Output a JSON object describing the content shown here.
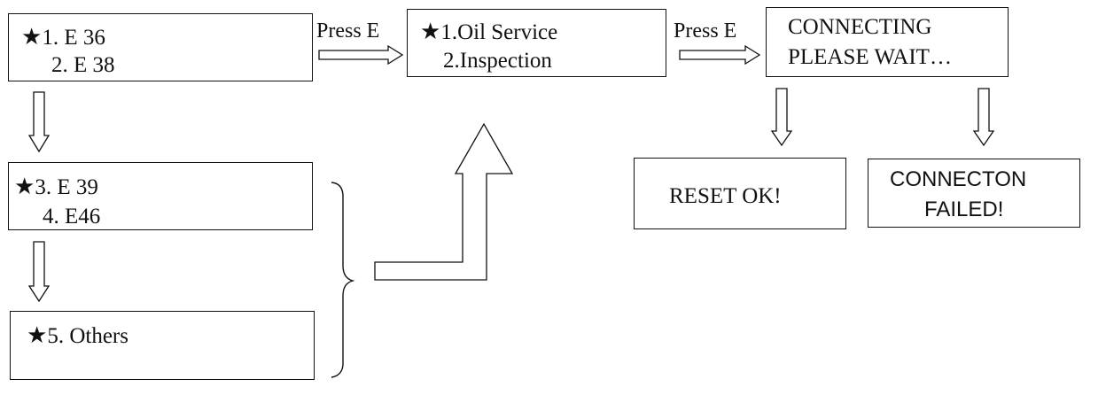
{
  "menu_models": {
    "item1": {
      "marker": "★",
      "text": "1. E 36"
    },
    "item2": {
      "text": "2. E 38"
    }
  },
  "menu_models_2": {
    "item1": {
      "marker": "★",
      "text": "3. E 39"
    },
    "item2": {
      "text": "4. E46"
    }
  },
  "menu_models_3": {
    "item1": {
      "marker": "★",
      "text": "5. Others"
    }
  },
  "arrow_label_1": "Press E",
  "arrow_label_2": "Press E",
  "menu_service": {
    "item1": {
      "marker": "★",
      "text": "1.Oil Service"
    },
    "item2": {
      "text": "2.Inspection"
    }
  },
  "status_connecting": {
    "line1": "CONNECTING",
    "line2": "PLEASE WAIT…"
  },
  "result_ok": {
    "text": "RESET OK!"
  },
  "result_failed": {
    "line1": "CONNECTON",
    "line2": "FAILED!"
  },
  "colors": {
    "stroke": "#111111",
    "background": "#ffffff"
  }
}
